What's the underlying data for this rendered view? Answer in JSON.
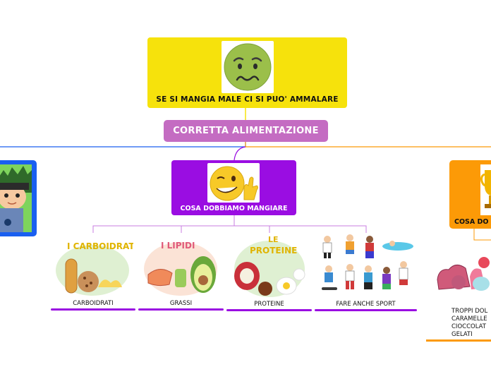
{
  "top_node": {
    "label": "SE SI MANGIA MALE CI SI PUO' AMMALARE",
    "icon": "sick-face-icon",
    "color": "#f6e20c"
  },
  "central_node": {
    "label": "CORRETTA ALIMENTAZIONE",
    "color": "#c46cc2"
  },
  "left_node": {
    "icon": "child-character-icon",
    "color": "#1a5ff0"
  },
  "purple_node": {
    "label": "COSA DOBBIAMO MANGIARE",
    "icon": "winking-ok-face-icon",
    "color": "#9a0de2"
  },
  "orange_node": {
    "label": "COSA DO",
    "icon": "trophy-icon",
    "color": "#fc9a07"
  },
  "children": [
    {
      "label": "CARBOIDRATI",
      "image_title": "I CARBOIDRATI"
    },
    {
      "label": "GRASSI",
      "image_title": "I LIPIDI"
    },
    {
      "label": "PROTEINE",
      "image_title_line1": "LE",
      "image_title_line2": "PROTEINE"
    },
    {
      "label": "FARE ANCHE SPORT"
    }
  ],
  "junk_food": {
    "lines": [
      "TROPPI DOL",
      "CARAMELLE",
      "CIOCCOLAT",
      "GELATI"
    ],
    "icon": "sweets-icon"
  }
}
